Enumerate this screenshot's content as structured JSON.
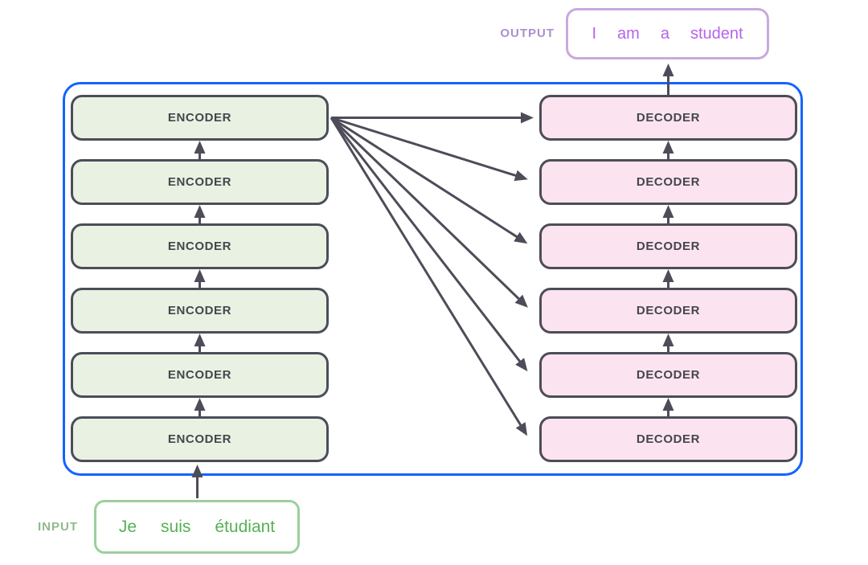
{
  "colors": {
    "blue_border": "#1463ff",
    "box_border": "#4d4d59",
    "box_text": "#45454f",
    "arrow": "#4d4d59",
    "encoder_fill": "#e9f2e2",
    "decoder_fill": "#fbe4ef",
    "output_label": "#ab90cf",
    "output_border": "#c9a9dd",
    "output_text": "#b564ea",
    "input_label": "#8fba8f",
    "input_border": "#9ccf9c",
    "input_text": "#55b155"
  },
  "output": {
    "label": "OUTPUT",
    "words": [
      "I",
      "am",
      "a",
      "student"
    ]
  },
  "input": {
    "label": "INPUT",
    "words": [
      "Je",
      "suis",
      "étudiant"
    ]
  },
  "encoders": [
    {
      "label": "ENCODER"
    },
    {
      "label": "ENCODER"
    },
    {
      "label": "ENCODER"
    },
    {
      "label": "ENCODER"
    },
    {
      "label": "ENCODER"
    },
    {
      "label": "ENCODER"
    }
  ],
  "decoders": [
    {
      "label": "DECODER"
    },
    {
      "label": "DECODER"
    },
    {
      "label": "DECODER"
    },
    {
      "label": "DECODER"
    },
    {
      "label": "DECODER"
    },
    {
      "label": "DECODER"
    }
  ]
}
